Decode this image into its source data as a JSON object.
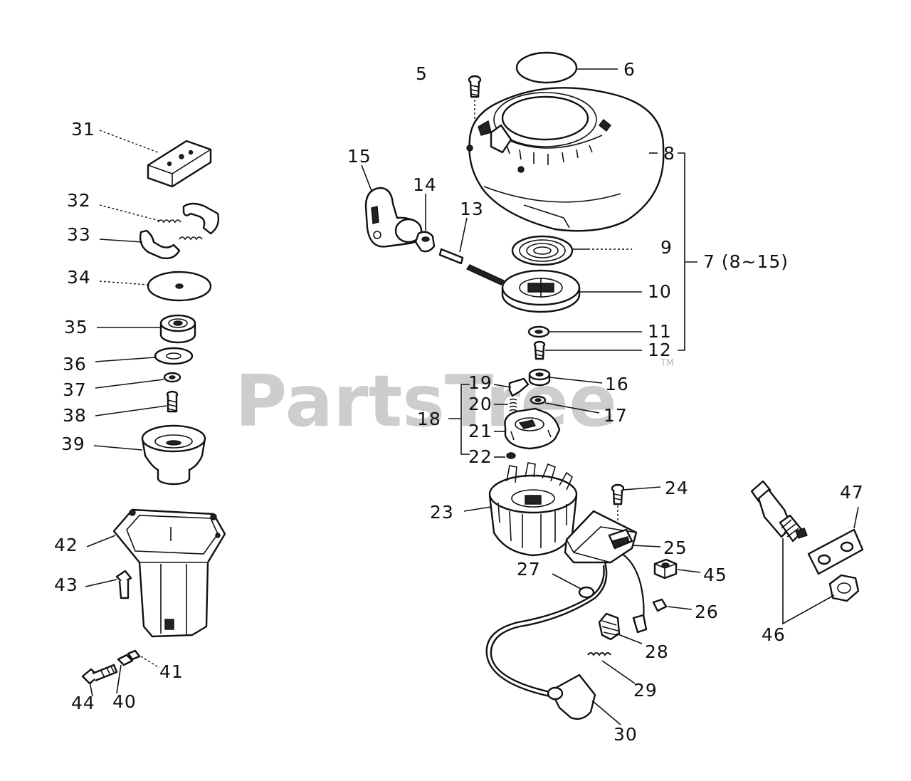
{
  "watermark": {
    "text": "PartsTree",
    "mark": "TM"
  },
  "labels": {
    "p5": "5",
    "p6": "6",
    "p7": "7 (8~15)",
    "p8": "8",
    "p9": "9",
    "p10": "10",
    "p11": "11",
    "p12": "12",
    "p13": "13",
    "p14": "14",
    "p15": "15",
    "p16": "16",
    "p17": "17",
    "p18": "18",
    "p19": "19",
    "p20": "20",
    "p21": "21",
    "p22": "22",
    "p23": "23",
    "p24": "24",
    "p25": "25",
    "p26": "26",
    "p27": "27",
    "p28": "28",
    "p29": "29",
    "p30": "30",
    "p31": "31",
    "p32": "32",
    "p33": "33",
    "p34": "34",
    "p35": "35",
    "p36": "36",
    "p37": "37",
    "p38": "38",
    "p39": "39",
    "p40": "40",
    "p41": "41",
    "p42": "42",
    "p43": "43",
    "p44": "44",
    "p45": "45",
    "p46": "46",
    "p47": "47"
  }
}
